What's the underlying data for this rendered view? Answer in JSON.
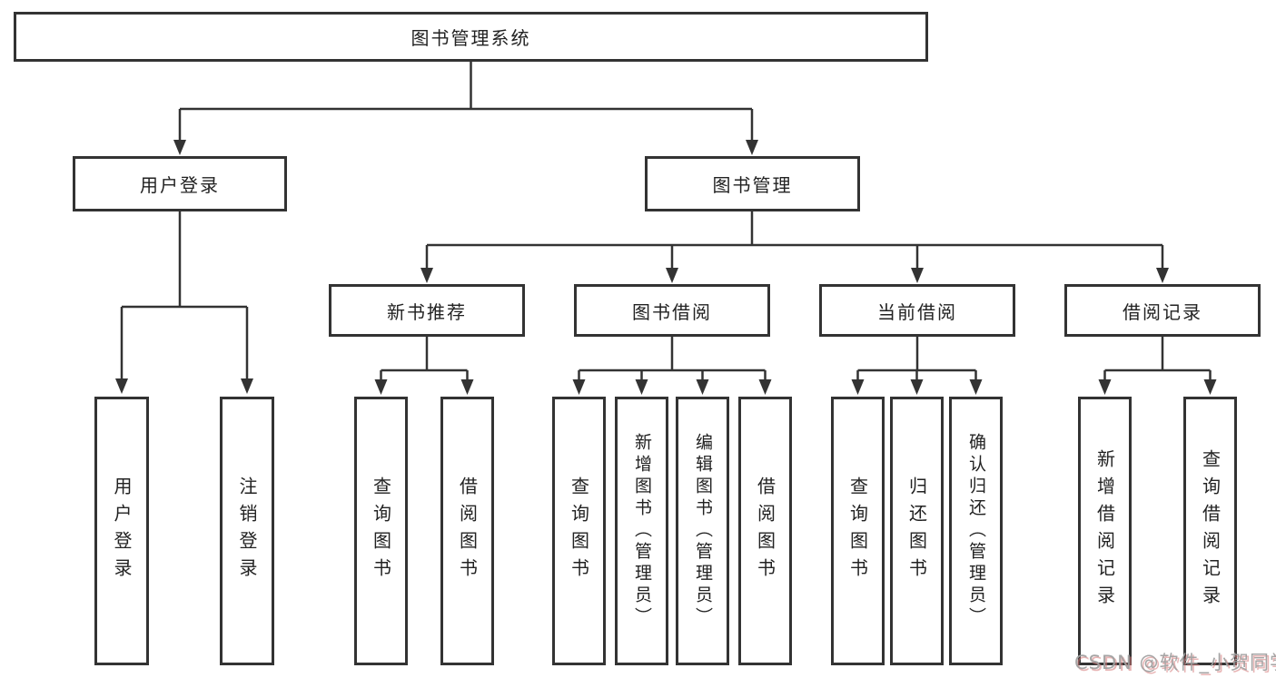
{
  "tree": {
    "root": {
      "label": "图书管理系统",
      "children": [
        {
          "label": "用户登录",
          "children": [
            {
              "label": "用户登录"
            },
            {
              "label": "注销登录"
            }
          ]
        },
        {
          "label": "图书管理",
          "children": [
            {
              "label": "新书推荐",
              "children": [
                {
                  "label": "查询图书"
                },
                {
                  "label": "借阅图书"
                }
              ]
            },
            {
              "label": "图书借阅",
              "children": [
                {
                  "label": "查询图书"
                },
                {
                  "label": "新增图书（管理员）"
                },
                {
                  "label": "编辑图书（管理员）"
                },
                {
                  "label": "借阅图书"
                }
              ]
            },
            {
              "label": "当前借阅",
              "children": [
                {
                  "label": "查询图书"
                },
                {
                  "label": "归还图书"
                },
                {
                  "label": "确认归还（管理员）"
                }
              ]
            },
            {
              "label": "借阅记录",
              "children": [
                {
                  "label": "新增借阅记录"
                },
                {
                  "label": "查询借阅记录"
                }
              ]
            }
          ]
        }
      ]
    }
  },
  "watermark": {
    "text": "CSDN @软件_小贺同学"
  },
  "colors": {
    "line": "#333333",
    "box_border": "#333333",
    "box_fill": "#ffffff",
    "watermark_gray": "#a0a0a0",
    "watermark_red_shadow": "#d67878"
  }
}
